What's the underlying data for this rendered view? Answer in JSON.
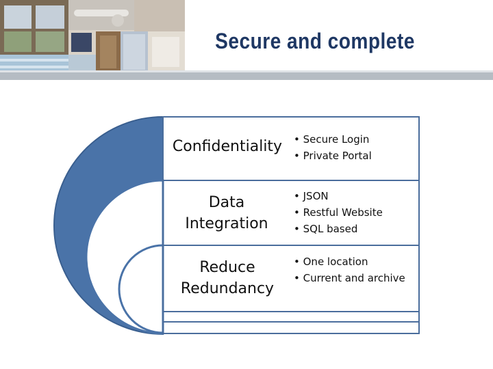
{
  "slide": {
    "title": "Secure and complete"
  },
  "items": [
    {
      "heading": "Confidentiality",
      "bullets": [
        "Secure  Login",
        "Private  Portal"
      ]
    },
    {
      "heading": "Data Integration",
      "bullets": [
        "JSON",
        "Restful Website",
        "SQL based"
      ]
    },
    {
      "heading": "Reduce Redundancy",
      "bullets": [
        "One location",
        "Current and archive"
      ]
    }
  ],
  "colors": {
    "title": "#1f3864",
    "arc_fill": "#4a73a8",
    "arc_border": "#3a5f8f",
    "panel_border": "#4a6d9c"
  }
}
